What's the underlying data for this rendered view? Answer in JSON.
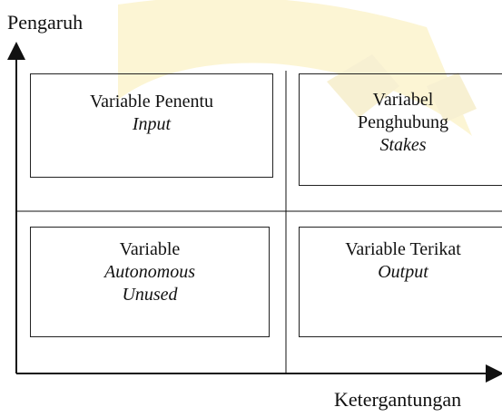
{
  "axes": {
    "y_label": "Pengaruh",
    "x_label": "Ketergantungan"
  },
  "quadrants": {
    "top_left": {
      "lines": [
        "Variable Penentu"
      ],
      "italic": [
        "Input"
      ]
    },
    "top_right": {
      "lines": [
        "Variabel",
        "Penghubung"
      ],
      "italic": [
        "Stakes"
      ]
    },
    "bottom_left": {
      "lines": [
        "Variable"
      ],
      "italic": [
        "Autonomous",
        "Unused"
      ]
    },
    "bottom_right": {
      "lines": [
        "Variable Terikat"
      ],
      "italic": [
        "Output"
      ]
    }
  },
  "colors": {
    "watermark": "#fbf3c9",
    "stroke": "#111111"
  }
}
